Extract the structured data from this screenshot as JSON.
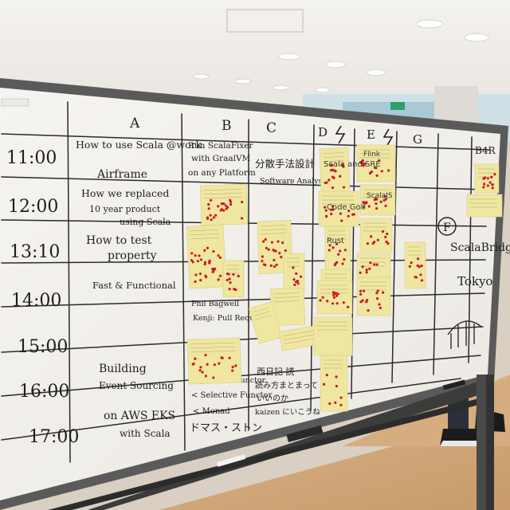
{
  "columns": [
    "A",
    "B",
    "C",
    "D",
    "E",
    "G",
    "B4R"
  ],
  "times": [
    "11:00",
    "12:00",
    "13:10",
    "14:00",
    "15:00",
    "16:00",
    "17:00"
  ],
  "column_a_talks": [
    "How to use Scala @work.",
    "Airframe",
    "How we replaced",
    "10 year product",
    "using Scala",
    "How to test",
    "property",
    "Fast & Functional",
    "Building",
    "Event Sourcing",
    "on AWS EKS",
    "with Scala"
  ],
  "column_b_talks": [
    "Run ScalaFixer",
    "with GraalVM",
    "on any Platform",
    "Phil Bagwell",
    "Kenji: Pull Request",
    "Applicative Functor",
    "< Selective Functor",
    "< Monad",
    "ドマス・ストン"
  ],
  "column_c_talks": [
    "分散手法設計",
    "Software Analysis",
    "西日記 読",
    "読み方まとまって",
    "いいのか",
    "kaizen にいこうね"
  ],
  "column_d_talks": [
    "Scala and SRE",
    "Code Golf",
    "Rust"
  ],
  "column_e_talks": [
    "Flink",
    "ScalaJS"
  ],
  "column_f_label": "F",
  "scala_bridge": [
    "ScalaBridge",
    "Tokyo"
  ],
  "colors": {
    "note": "#efe6a0",
    "dot": "#c8182a",
    "board": "#f3f0eb",
    "marker": "#1e1e1e"
  }
}
